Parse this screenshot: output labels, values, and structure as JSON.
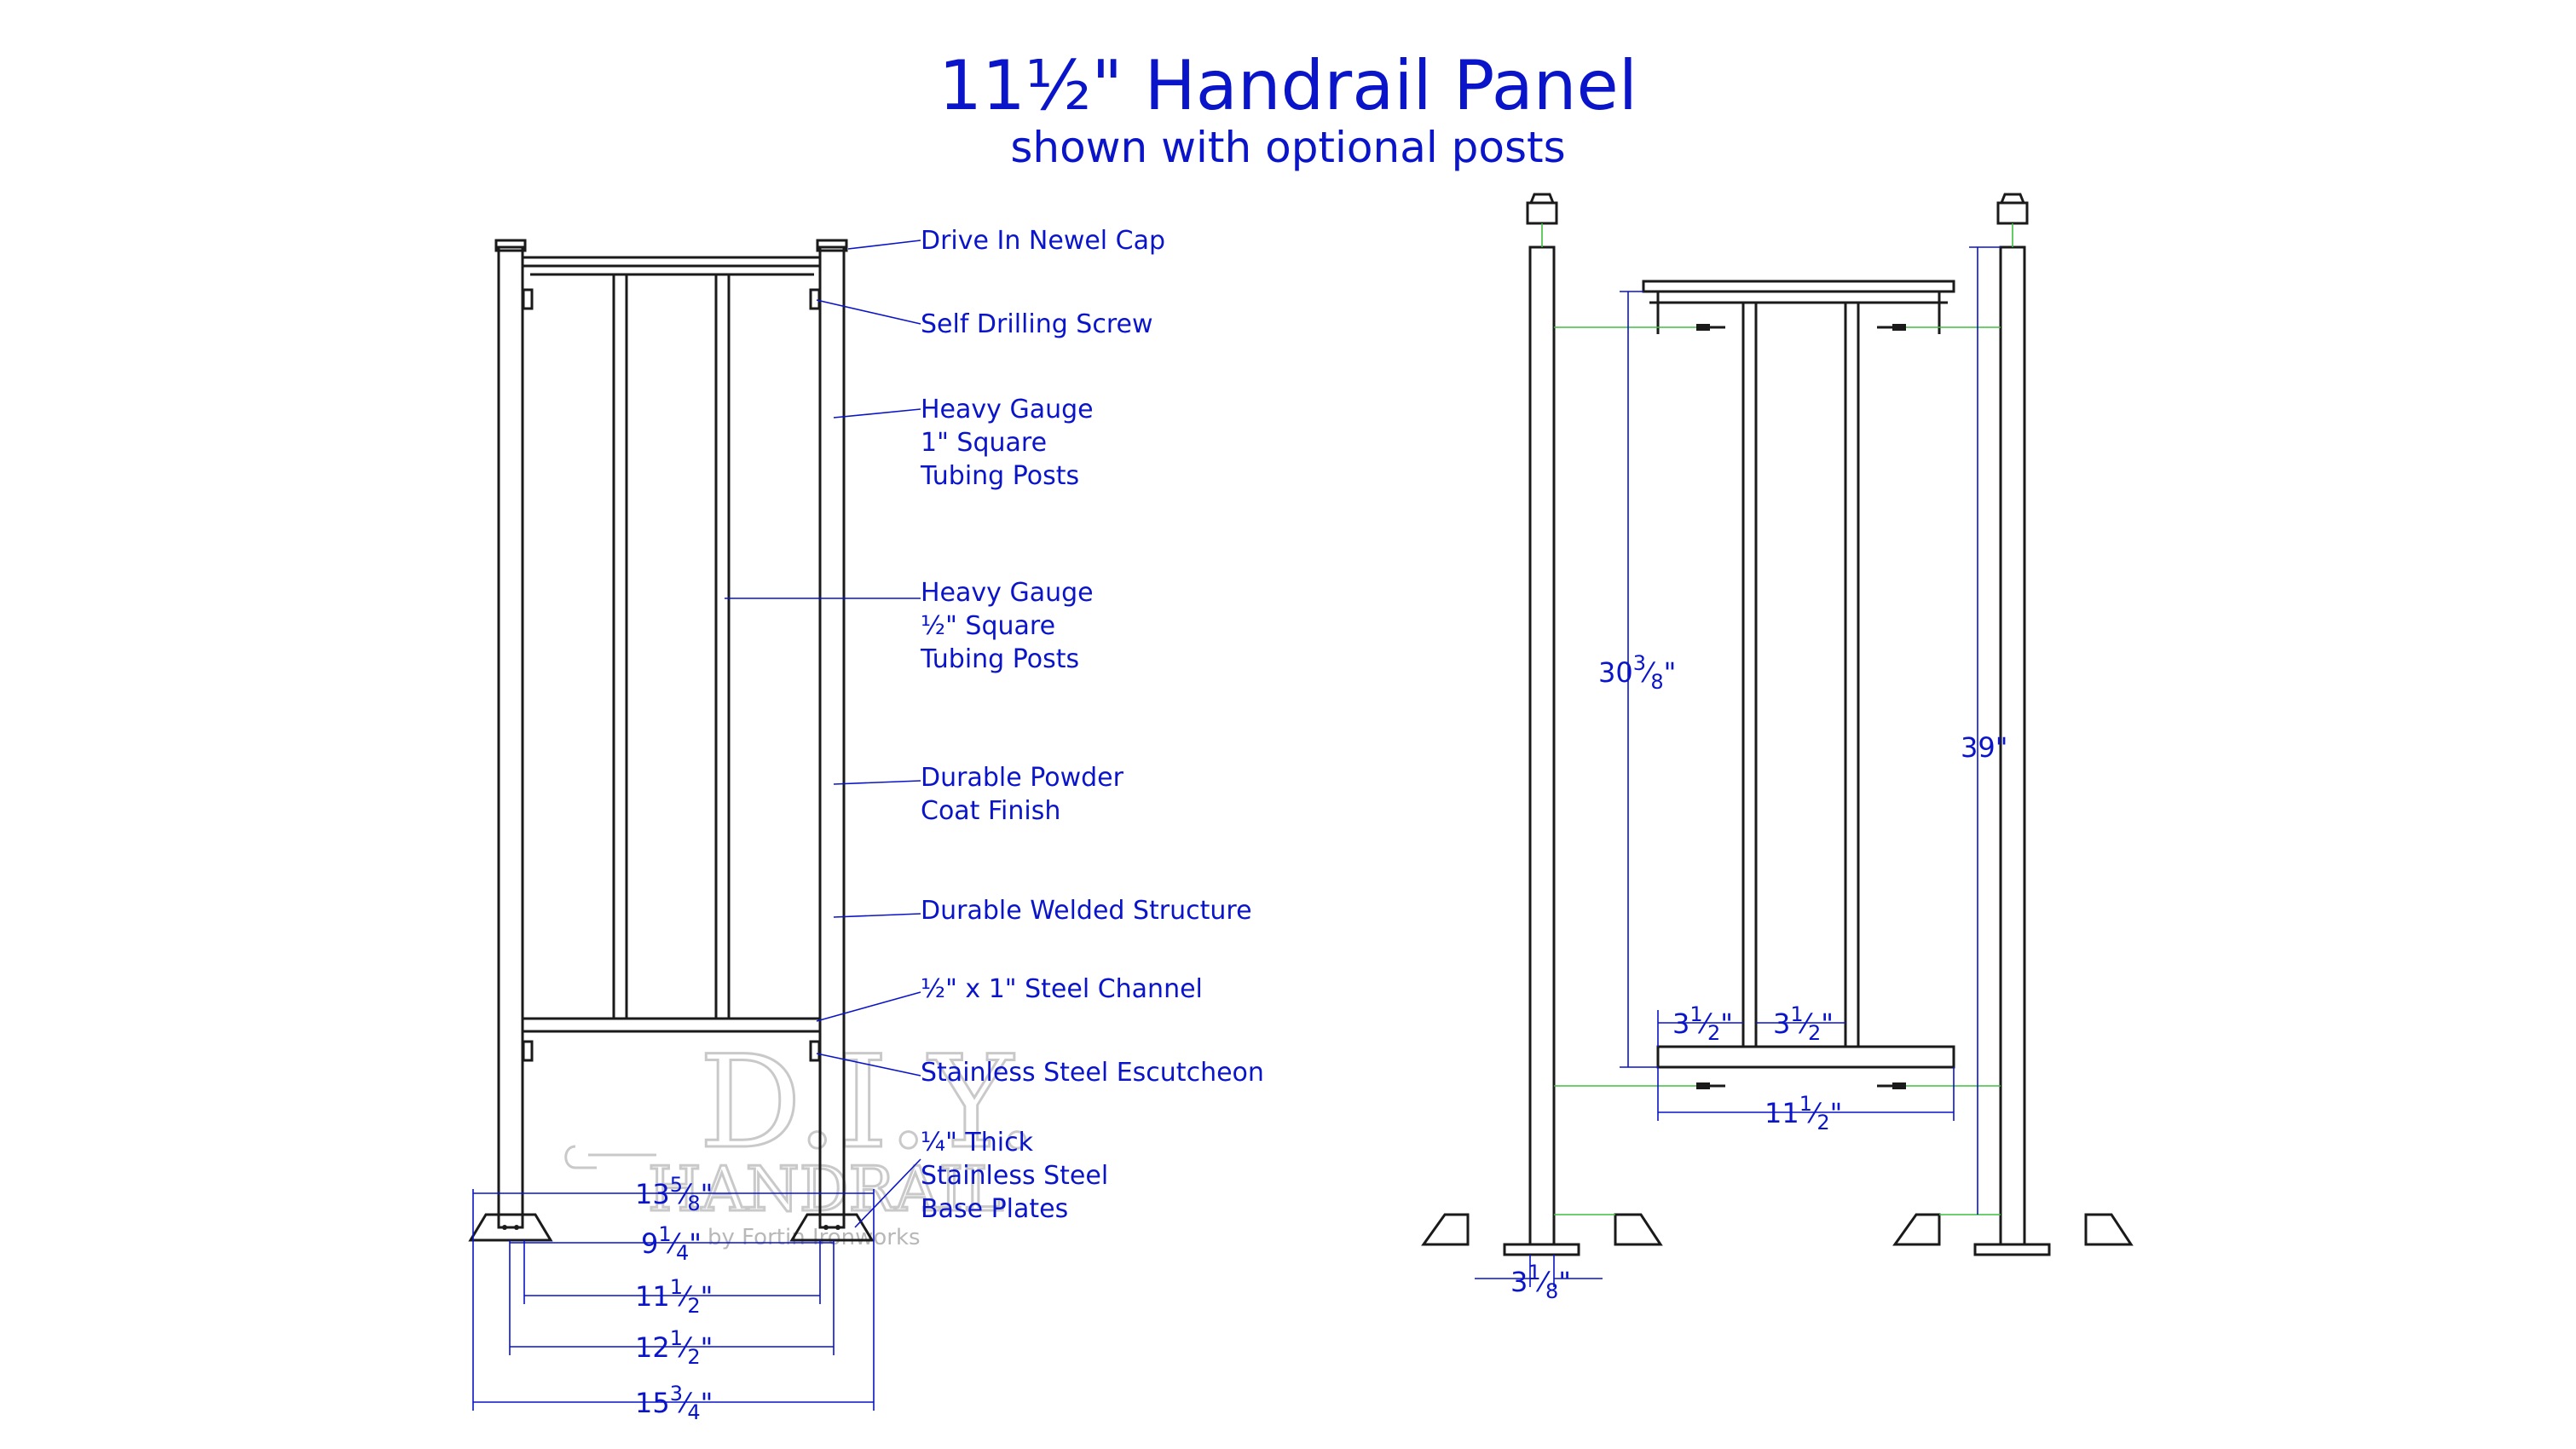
{
  "title": "11½\" Handrail Panel",
  "subtitle": "shown with optional posts",
  "callouts": [
    {
      "lines": [
        "Drive In Newel Cap"
      ]
    },
    {
      "lines": [
        "Self Drilling Screw"
      ]
    },
    {
      "lines": [
        "Heavy Gauge",
        "1\" Square",
        "Tubing Posts"
      ]
    },
    {
      "lines": [
        "Heavy Gauge",
        "½\" Square",
        "Tubing Posts"
      ]
    },
    {
      "lines": [
        "Durable Powder",
        "Coat Finish"
      ]
    },
    {
      "lines": [
        "Durable Welded Structure"
      ]
    },
    {
      "lines": [
        "½\" x 1\" Steel Channel"
      ]
    },
    {
      "lines": [
        "Stainless Steel Escutcheon"
      ]
    },
    {
      "lines": [
        "¼\" Thick",
        "Stainless Steel",
        "Base Plates"
      ]
    }
  ],
  "front_dimensions": [
    {
      "whole": "13",
      "num": "5",
      "den": "8",
      "unit": "\""
    },
    {
      "whole": "9",
      "num": "1",
      "den": "4",
      "unit": "\""
    },
    {
      "whole": "11",
      "num": "1",
      "den": "2",
      "unit": "\""
    },
    {
      "whole": "12",
      "num": "1",
      "den": "2",
      "unit": "\""
    },
    {
      "whole": "15",
      "num": "3",
      "den": "4",
      "unit": "\""
    }
  ],
  "side_dimensions": {
    "panel_height": {
      "whole": "30",
      "num": "3",
      "den": "8",
      "unit": "\""
    },
    "post_height": {
      "text": "39\""
    },
    "gap_left": {
      "whole": "3",
      "num": "1",
      "den": "2",
      "unit": "\""
    },
    "gap_right": {
      "whole": "3",
      "num": "1",
      "den": "2",
      "unit": "\""
    },
    "panel_width": {
      "whole": "11",
      "num": "1",
      "den": "2",
      "unit": "\""
    },
    "post_size": {
      "whole": "3",
      "num": "1",
      "den": "8",
      "unit": "\""
    }
  },
  "watermark": {
    "main": "D.I.Y.",
    "second": "HANDRAIL",
    "byline": "by Fortin Ironworks"
  }
}
